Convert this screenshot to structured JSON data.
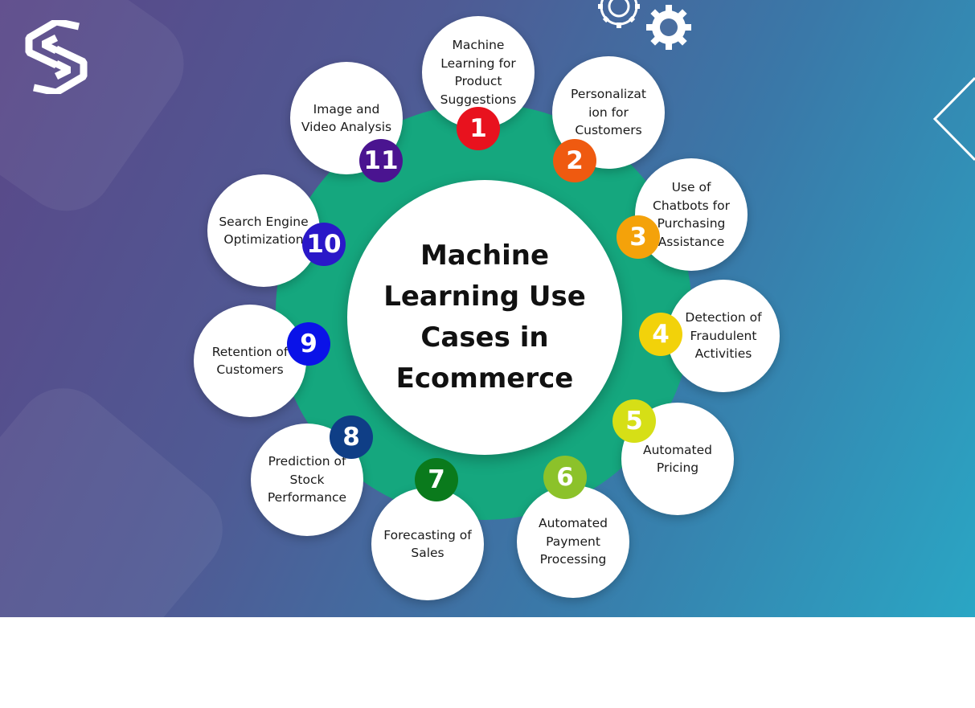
{
  "title": "Machine Learning Use Cases in Ecommerce",
  "colors": {
    "ring": "#15a77e",
    "badges": [
      "#e8121e",
      "#ef5a10",
      "#f4a20a",
      "#f2d20a",
      "#d6df16",
      "#8cc22a",
      "#0a7a1c",
      "#0f3e86",
      "#0a12e8",
      "#2a18c8",
      "#4a1490"
    ]
  },
  "items": [
    {
      "num": "1",
      "label": "Machine Learning for Product Suggestions"
    },
    {
      "num": "2",
      "label": "Personalizat ion for Customers"
    },
    {
      "num": "3",
      "label": "Use of Chatbots for Purchasing Assistance"
    },
    {
      "num": "4",
      "label": "Detection of Fraudulent Activities"
    },
    {
      "num": "5",
      "label": "Automated Pricing"
    },
    {
      "num": "6",
      "label": "Automated Payment Processing"
    },
    {
      "num": "7",
      "label": "Forecasting of Sales"
    },
    {
      "num": "8",
      "label": "Prediction of Stock Performance"
    },
    {
      "num": "9",
      "label": "Retention of Customers"
    },
    {
      "num": "10",
      "label": "Search Engine Optimization"
    },
    {
      "num": "11",
      "label": "Image and Video Analysis"
    }
  ],
  "icons": {
    "logo": "brand-s-logo-icon",
    "gears": "gears-icon",
    "chevron": "chevron-left-icon"
  }
}
